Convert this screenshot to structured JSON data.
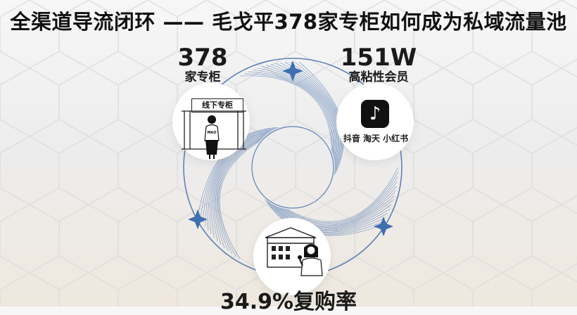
{
  "title": "全渠道导流闭环 —— 毛戈平378家专柜如何成为私域流量池",
  "stats": {
    "stores": {
      "value": "378",
      "label": "家专柜"
    },
    "members": {
      "value": "151W",
      "label": "高粘性会员"
    },
    "repurchase": {
      "value": "34.9%复购率"
    }
  },
  "store_node": {
    "sign": "线下专柜",
    "badge": "MAO"
  },
  "apps_node": {
    "platforms": "抖音 淘天 小红书",
    "icon": "tiktok-icon"
  },
  "colors": {
    "ring": "#5d82b5",
    "spark": "#3f6fae",
    "title": "#111111"
  }
}
